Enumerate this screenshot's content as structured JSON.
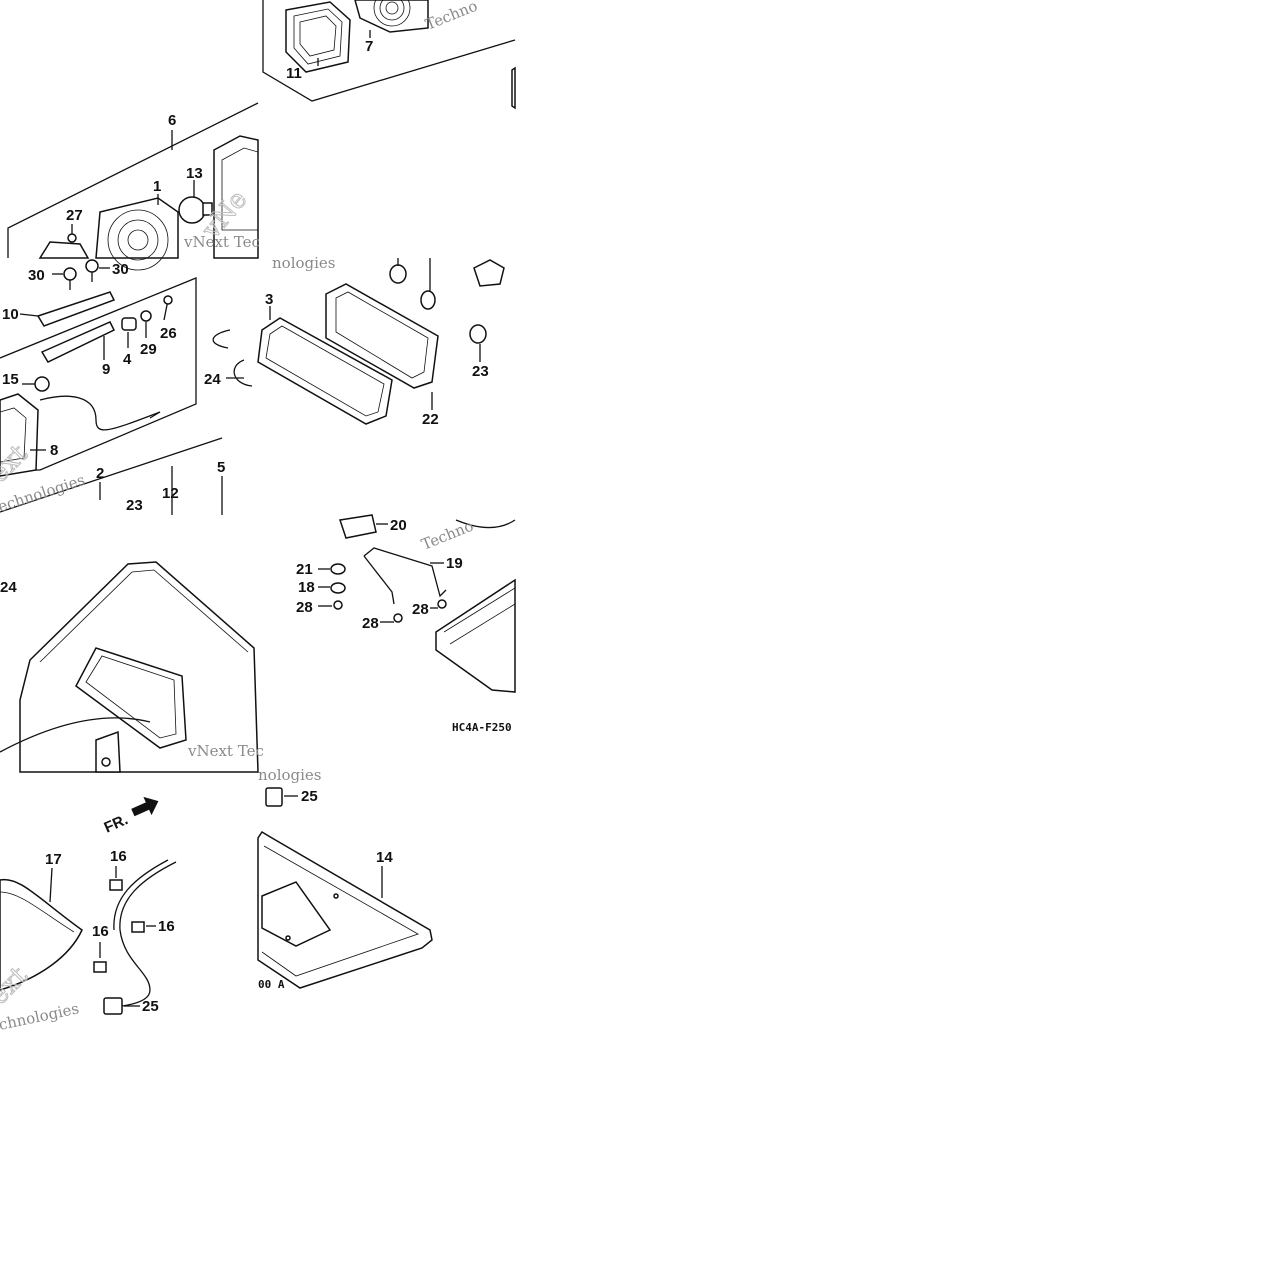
{
  "diagram": {
    "part_labels": {
      "p11": "11",
      "p7": "7",
      "p6": "6",
      "p1": "1",
      "p13": "13",
      "p27": "27",
      "p30a": "30",
      "p30b": "30",
      "p10": "10",
      "p4": "4",
      "p29": "29",
      "p26": "26",
      "p9": "9",
      "p15": "15",
      "p8": "8",
      "p2": "2",
      "p12": "12",
      "p5": "5",
      "p23a": "23",
      "p3": "3",
      "p24a": "24",
      "p22": "22",
      "p23b": "23",
      "p20": "20",
      "p21": "21",
      "p19": "19",
      "p18": "18",
      "p28a": "28",
      "p28b": "28",
      "p28c": "28",
      "p24b": "24",
      "p17": "17",
      "p16a": "16",
      "p16b": "16",
      "p16c": "16",
      "p25a": "25",
      "p25b": "25",
      "p14": "14"
    },
    "direction_marker": "FR.",
    "drawing_code": "HC4A-F250",
    "drawing_code_suffix": "00 A",
    "watermark": {
      "brand": "vNext Tec",
      "company_fragment": "nologies",
      "tech_fragment": "Techno",
      "echnologies": "echnologies",
      "chnologies": "chnologies",
      "ext": "ext",
      "vne": "vNe"
    }
  }
}
